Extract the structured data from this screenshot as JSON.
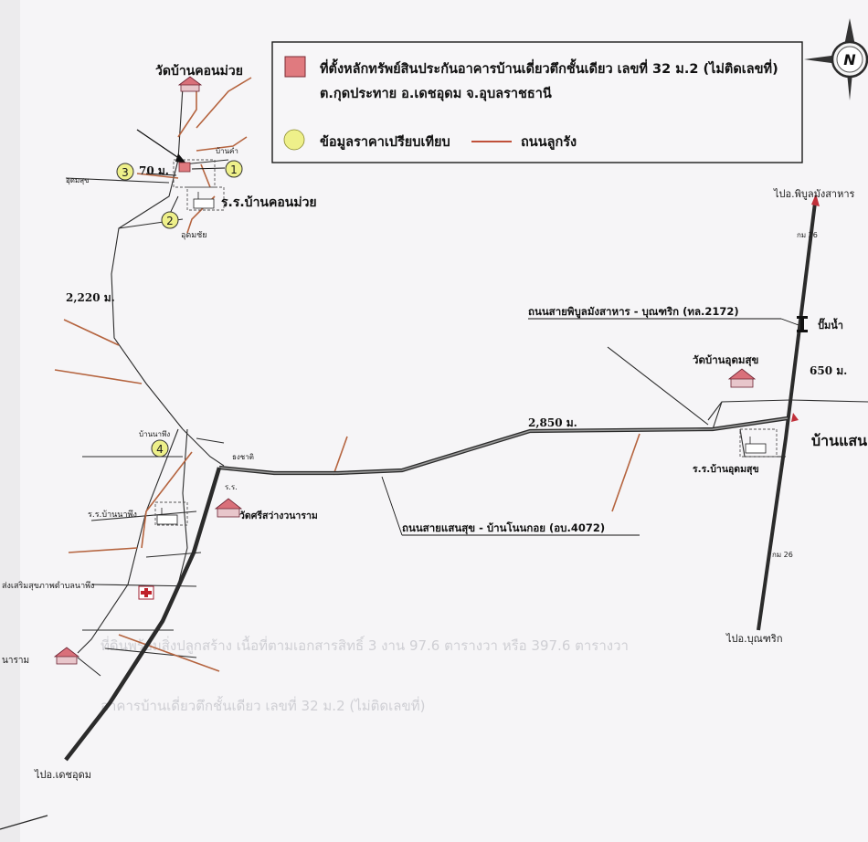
{
  "legend": {
    "property_line1": "ที่ตั้งหลักทรัพย์สินประกันอาคารบ้านเดี่ยวตึกชั้นเดียว เลขที่ 32 ม.2 (ไม่ติดเลขที่)",
    "property_line2": "ต.กุดประทาย อ.เดชอุดม จ.อุบลราชธานี",
    "comparable_label": "ข้อมูลราคาเปรียบเทียบ",
    "road_label": "ถนนลูกรัง"
  },
  "compass": {
    "letter": "N"
  },
  "places": {
    "wat_khon_muai": "วัดบ้านคอนม่วย",
    "school_khon_muai": "ร.ร.บ้านคอนม่วย",
    "wat_udom_suk": "วัดบ้านอุดมสุข",
    "school_udom_suk": "ร.ร.บ้านอุดมสุข",
    "wat_sri_sawang": "วัดศรีสว่างวนาราม",
    "school_na_phung": "ร.ร.บ้านนาพึง",
    "health_center": "ส่งเสริมสุขภาพตำบลนาพึง",
    "wat_bottom": "นาราม",
    "ban_saen": "บ้านแสน",
    "gas_station": "ปั๊มน้ำ",
    "small_top_right": "บ้านคำ",
    "small_left": "อุดมสุข",
    "small_junction": "บ้านนาพึง",
    "small_below": "อุดมชัย",
    "school_abbrev": "ร.ร.",
    "flag_label": "ธงชาติ"
  },
  "roads": {
    "phibun_boonrik": "ถนนสายพิบูลมังสาหาร - บุณฑริก (ทล.2172)",
    "saensuk_nonkoi": "ถนนสายแสนสุข - บ้านโนนกอย (อบ.4072)",
    "to_phibun": "ไปอ.พิบูลมังสาหาร",
    "to_boonrik": "ไปอ.บุณฑริก",
    "to_det_udom": "ไปอ.เดชอุดม",
    "km_top": "กม 26",
    "km_bottom": "กม 26"
  },
  "distances": {
    "d70": "70 ม.",
    "d2220": "2,220 ม.",
    "d2850": "2,850 ม.",
    "d650": "650 ม."
  },
  "comparables": {
    "c1": "1",
    "c2": "2",
    "c3": "3",
    "c4": "4"
  },
  "colors": {
    "property_marker": "#e07a7f",
    "comparable_marker": "#eef08a",
    "laterite_road": "#b5643f",
    "paved_road": "#2b2b2b"
  },
  "faded_text": {
    "line1": "ที่ดินพร้อมสิ่งปลูกสร้าง เนื้อที่ตามเอกสารสิทธิ์ 3 งาน 97.6 ตารางวา หรือ 397.6 ตารางวา",
    "line2": "อาคารบ้านเดี่ยวตึกชั้นเดียว เลขที่ 32 ม.2 (ไม่ติดเลขที่)"
  }
}
